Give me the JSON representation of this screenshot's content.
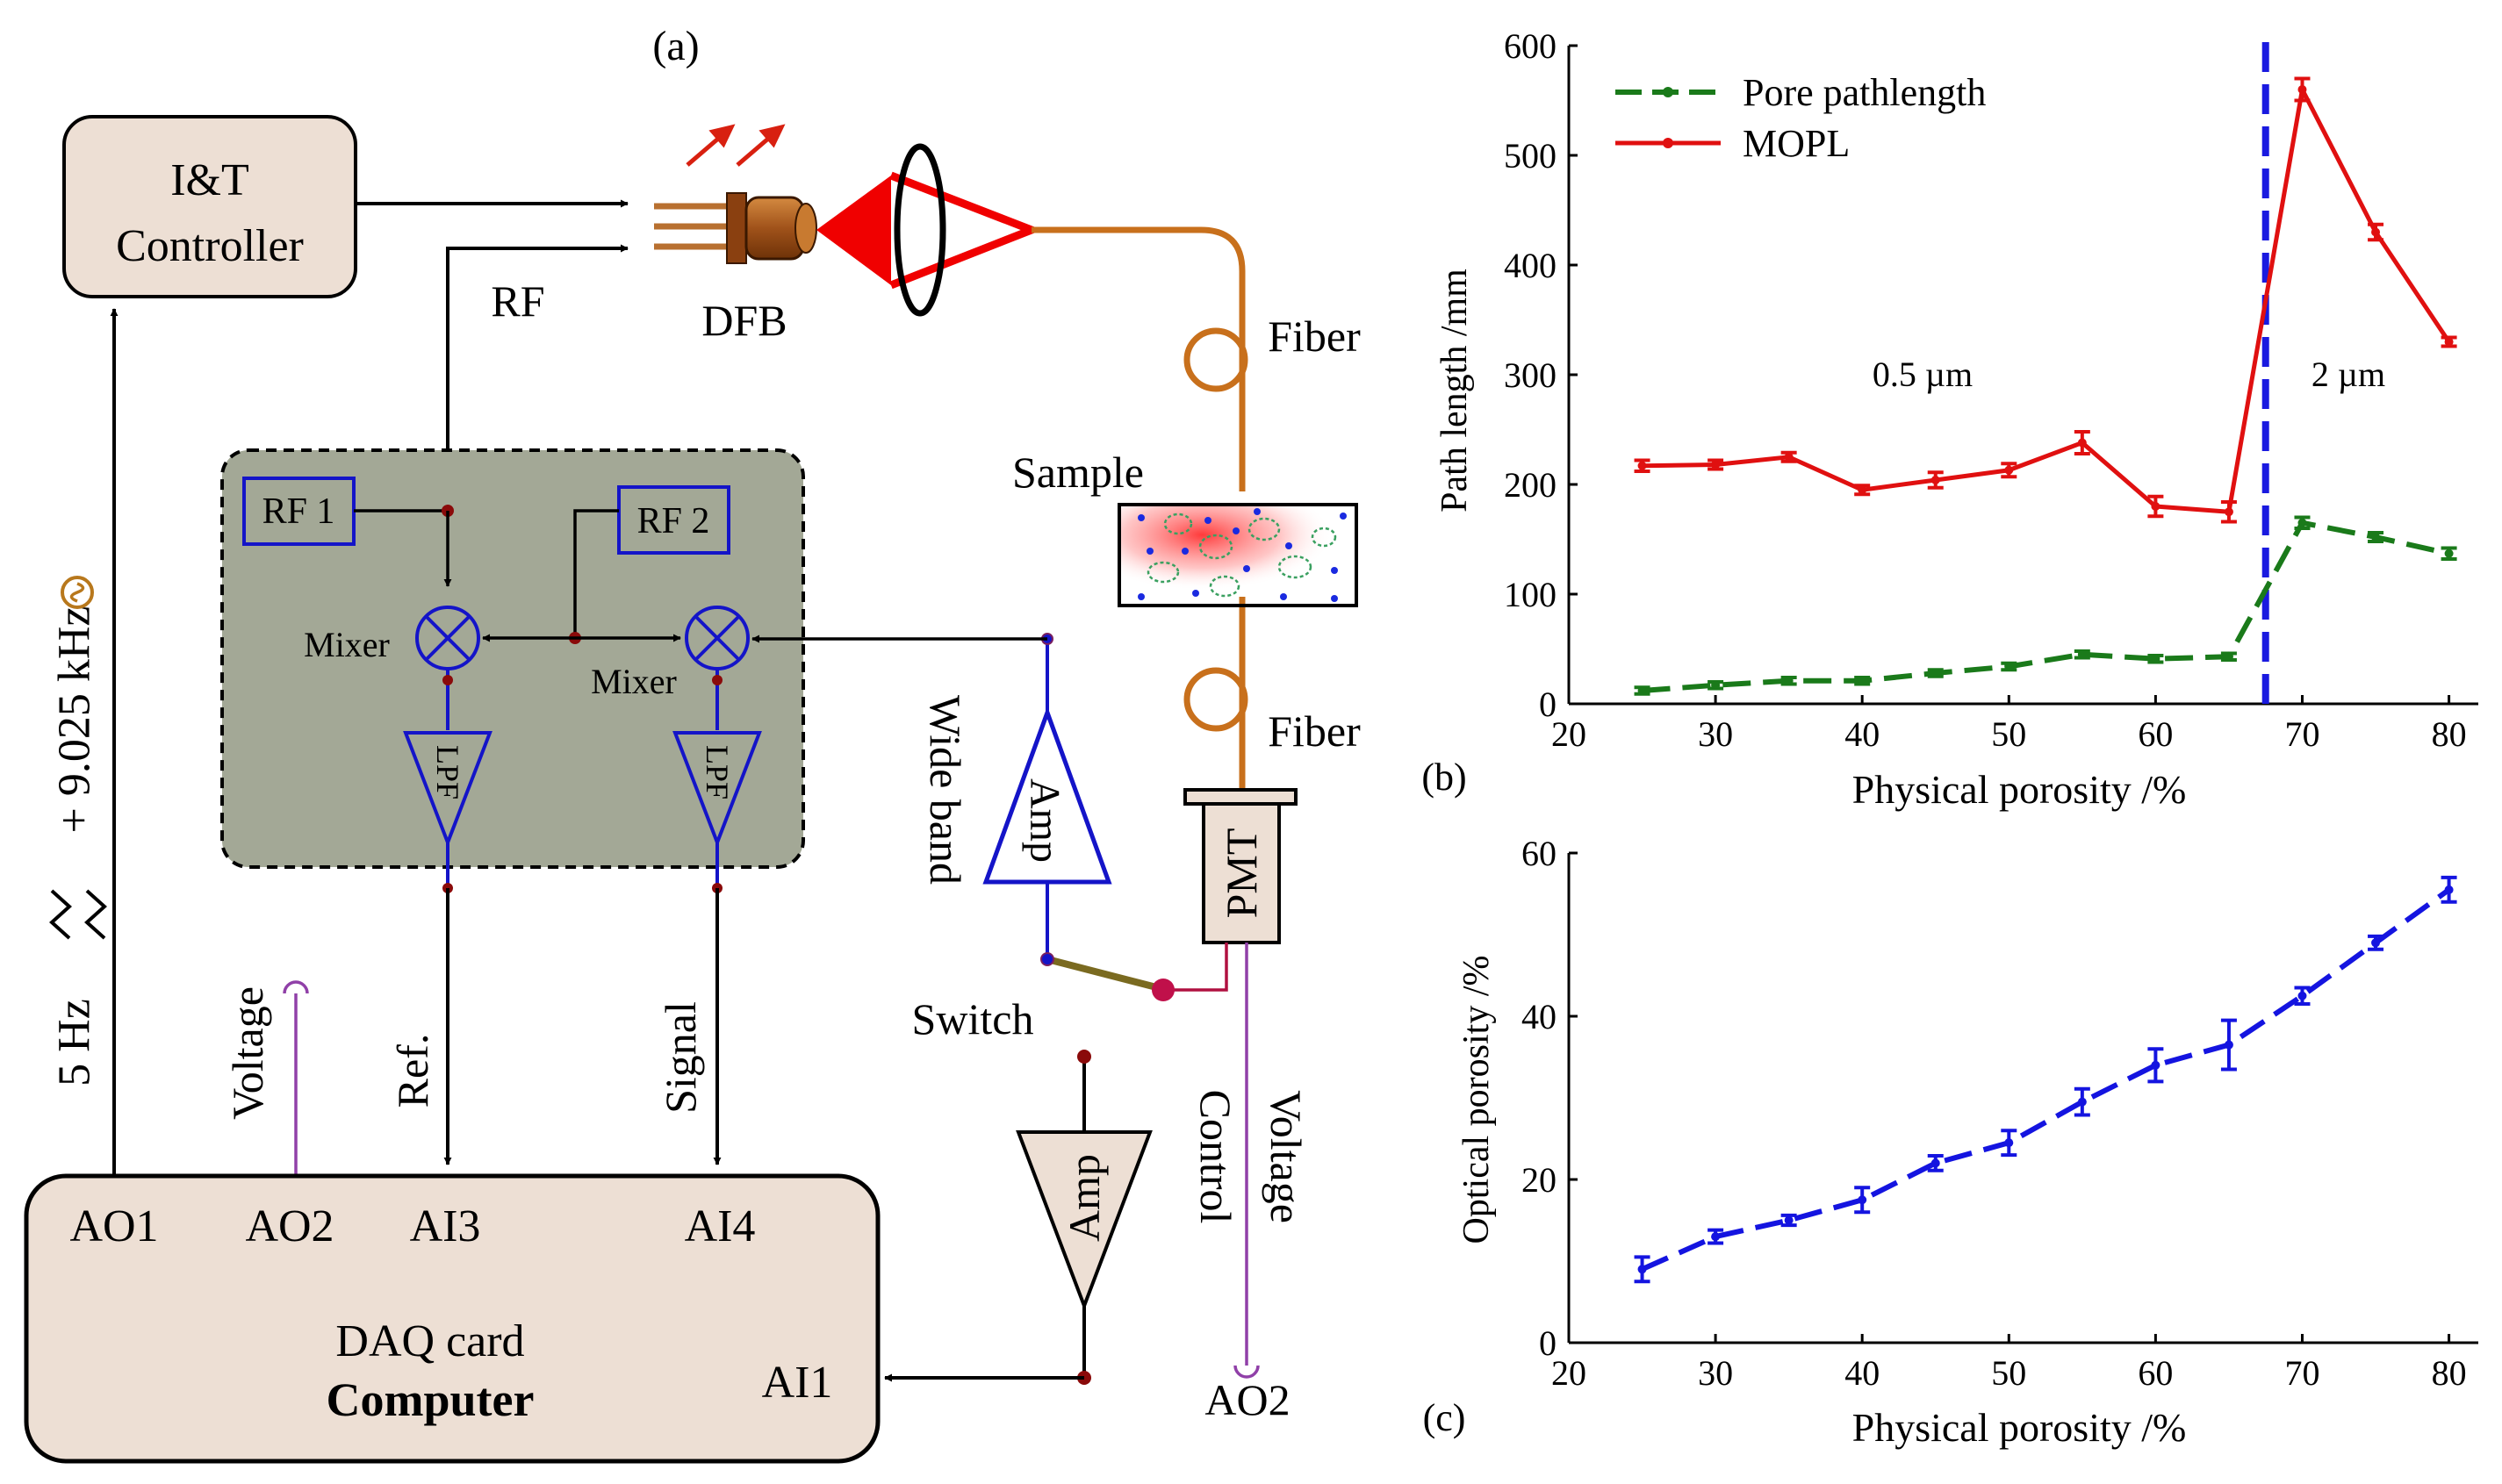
{
  "panel_a": {
    "label": "(a)",
    "controller": [
      "I&T",
      "Controller"
    ],
    "rf": "RF",
    "laser": "DFB",
    "fiber1": "Fiber",
    "fiber2": "Fiber",
    "sample": "Sample",
    "rf1": "RF 1",
    "rf2": "RF 2",
    "mixer1": "Mixer",
    "mixer2": "Mixer",
    "lpf1": "LPF",
    "lpf2": "LPF",
    "amp_wide": "Amp",
    "wide_band": "Wide band",
    "pmt": "PMT",
    "switch": "Switch",
    "amp_low": "Amp",
    "control": "Control",
    "voltage_ctrl": "Voltage",
    "ao2_bottom": "AO2",
    "voltage_side": "Voltage",
    "ref": "Ref.",
    "signal": "Signal",
    "modulation_a": "5 Hz",
    "modulation_b": "+ 9.025 kHz",
    "daq": {
      "ao1": "AO1",
      "ao2": "AO2",
      "ai3": "AI3",
      "ai4": "AI4",
      "ai1": "AI1",
      "title": "DAQ card",
      "computer": "Computer"
    }
  },
  "colors": {
    "box_fill": "#eddfd4",
    "mixer_box": "#a3a896",
    "fiber": "#c8701c",
    "blue": "#1414c8",
    "red": "#e01010",
    "green": "#1a7a1a",
    "purple": "#9040a8",
    "dark_red": "#b01040",
    "switch_arm": "#7a6a20"
  },
  "chart_data": [
    {
      "type": "line",
      "panel_label": "(b)",
      "xlabel": "Physical porosity /%",
      "ylabel": "Path length /mm",
      "xlim": [
        20,
        82
      ],
      "ylim": [
        0,
        600
      ],
      "xticks": [
        20,
        30,
        40,
        50,
        60,
        70,
        80
      ],
      "yticks": [
        0,
        100,
        200,
        300,
        400,
        500,
        600
      ],
      "legend_position": "top-left",
      "annotations": [
        "0.5 µm",
        "2 µm"
      ],
      "vline": {
        "x": 67.5,
        "color": "#1a1ae0",
        "style": "dashed"
      },
      "series": [
        {
          "name": "Pore pathlength",
          "color": "#1a7a1a",
          "style": "dashed",
          "x": [
            25,
            30,
            35,
            40,
            45,
            50,
            55,
            60,
            65,
            70,
            75,
            80
          ],
          "y": [
            12,
            17,
            21,
            21,
            28,
            34,
            45,
            41,
            43,
            165,
            152,
            137
          ],
          "err": [
            3,
            3,
            3,
            3,
            3,
            3,
            3,
            3,
            3,
            5,
            4,
            5
          ]
        },
        {
          "name": "MOPL",
          "color": "#e01010",
          "style": "solid",
          "x": [
            25,
            30,
            35,
            40,
            45,
            50,
            55,
            60,
            65,
            70,
            75,
            80
          ],
          "y": [
            217,
            218,
            225,
            195,
            204,
            213,
            238,
            180,
            175,
            560,
            430,
            330
          ],
          "err": [
            5,
            4,
            4,
            4,
            7,
            6,
            10,
            9,
            9,
            10,
            7,
            4
          ]
        }
      ]
    },
    {
      "type": "line",
      "panel_label": "(c)",
      "xlabel": "Physical porosity /%",
      "ylabel": "Optical porosity /%",
      "xlim": [
        20,
        82
      ],
      "ylim": [
        0,
        60
      ],
      "xticks": [
        20,
        30,
        40,
        50,
        60,
        70,
        80
      ],
      "yticks": [
        0,
        20,
        40,
        60
      ],
      "series": [
        {
          "name": "",
          "color": "#1414e0",
          "style": "dashed",
          "x": [
            25,
            30,
            35,
            40,
            45,
            50,
            55,
            60,
            65,
            70,
            75,
            80
          ],
          "y": [
            9,
            13,
            15,
            17.5,
            22,
            24.5,
            29.5,
            34,
            36.5,
            42.5,
            49,
            55.5
          ],
          "err": [
            1.5,
            0.8,
            0.6,
            1.5,
            0.9,
            1.5,
            1.6,
            2,
            3,
            1,
            0.8,
            1.5
          ]
        }
      ]
    }
  ]
}
